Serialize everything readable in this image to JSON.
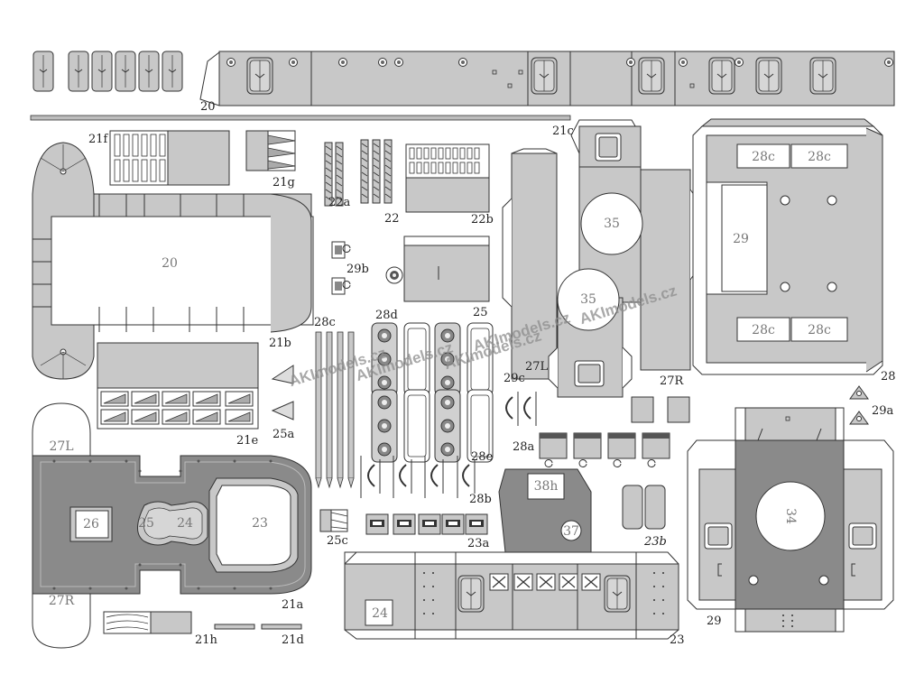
{
  "parts": {
    "p20": "20",
    "p20_top": "20",
    "p21a": "21a",
    "p21b": "21b",
    "p21c": "21c",
    "p21d": "21d",
    "p21e": "21e",
    "p21f": "21f",
    "p21g": "21g",
    "p21h": "21h",
    "p22": "22",
    "p22a": "22a",
    "p22b": "22b",
    "p23": "23",
    "p23_bottom": "23",
    "p23a": "23a",
    "p23b": "23b",
    "p24": "24",
    "p24_bottom": "24",
    "p25": "25",
    "p25_mid": "25",
    "p25a": "25a",
    "p25c": "25c",
    "p26": "26",
    "p27L": "27L",
    "p27R": "27R",
    "p27L_mid": "27L",
    "p27R_mid": "27R",
    "p28": "28",
    "p28a": "28a",
    "p28b": "28b",
    "p28c": "28c",
    "p28c_1": "28c",
    "p28c_2": "28c",
    "p28c_3": "28c",
    "p28c_4": "28c",
    "p28d": "28d",
    "p28e": "28e",
    "p29": "29",
    "p29_bottom": "29",
    "p29a": "29a",
    "p29b": "29b",
    "p29c": "29c",
    "p34": "34",
    "p35_a": "35",
    "p35_b": "35",
    "p37": "37",
    "p38h": "38h"
  },
  "watermark": "AKImodels.cz",
  "colors": {
    "light_gray": "#c8c8c8",
    "dark_gray": "#8a8a8a",
    "outline": "#333333",
    "white": "#ffffff"
  }
}
